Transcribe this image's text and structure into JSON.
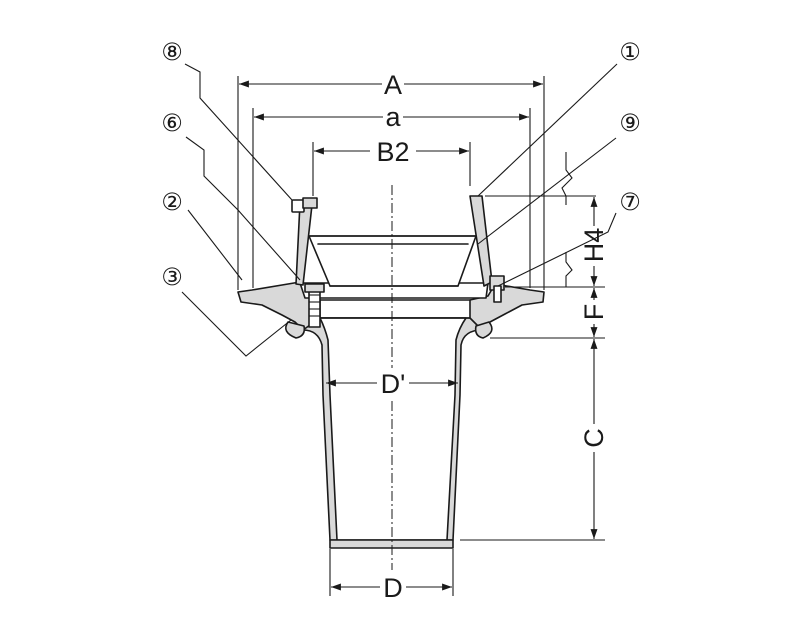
{
  "dimensions": {
    "A": "A",
    "a": "a",
    "B2": "B2",
    "H4": "H4",
    "F": "F",
    "C": "C",
    "D_prime": "D'",
    "D": "D"
  },
  "callouts": {
    "c1": "①",
    "c2": "②",
    "c3": "③",
    "c6": "⑥",
    "c7": "⑦",
    "c8": "⑧",
    "c9": "⑨"
  }
}
